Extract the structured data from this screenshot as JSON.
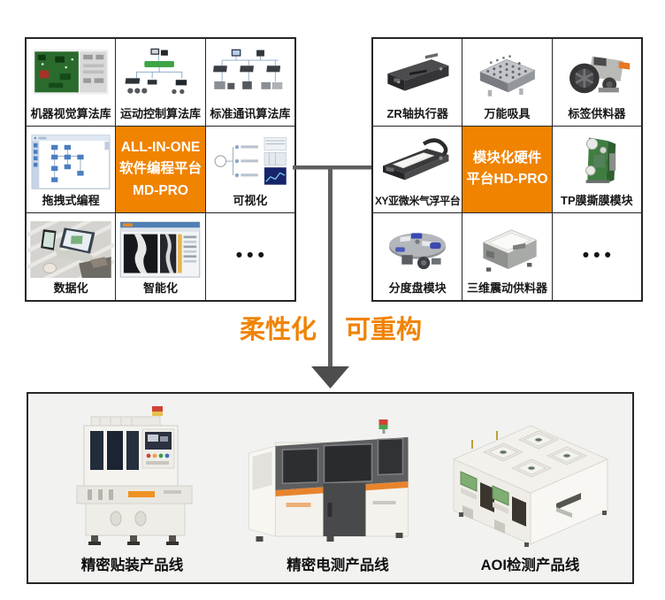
{
  "accent_color": "#F08300",
  "line_color": "#5c5c5c",
  "left_grid": {
    "cells": [
      {
        "label": "机器视觉算法库"
      },
      {
        "label": "运动控制算法库"
      },
      {
        "label": "标准通讯算法库"
      },
      {
        "label": "拖拽式编程"
      },
      {
        "lines": [
          "ALL-IN-ONE",
          "软件编程平台",
          "MD-PRO"
        ]
      },
      {
        "label": "可视化"
      },
      {
        "label": "数据化"
      },
      {
        "label": "智能化"
      },
      {
        "label": "•••"
      }
    ]
  },
  "right_grid": {
    "cells": [
      {
        "label": "ZR轴执行器"
      },
      {
        "label": "万能吸具"
      },
      {
        "label": "标签供料器"
      },
      {
        "label": "XY亚微米气浮平台"
      },
      {
        "lines": [
          "模块化硬件",
          "平台HD-PRO"
        ]
      },
      {
        "label": "TP膜撕膜模块"
      },
      {
        "label": "分度盘模块"
      },
      {
        "label": "三维震动供料器"
      },
      {
        "label": "•••"
      }
    ]
  },
  "middle": {
    "left_label": "柔性化",
    "right_label": "可重构"
  },
  "product_lines": {
    "items": [
      {
        "label": "精密贴装产品线"
      },
      {
        "label": "精密电测产品线"
      },
      {
        "label": "AOI检测产品线"
      }
    ]
  }
}
